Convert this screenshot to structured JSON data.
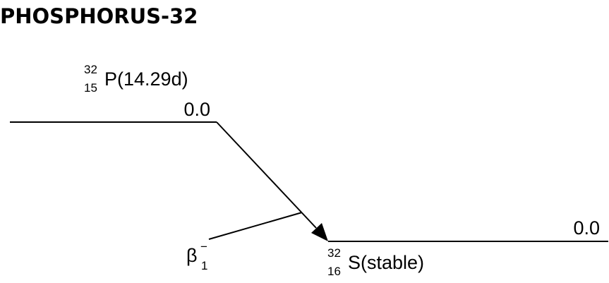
{
  "title": "PHOSPHORUS-32",
  "parent": {
    "mass_number": "32",
    "atomic_number": "15",
    "symbol": "P",
    "half_life": "(14.29d)",
    "level_energy": "0.0"
  },
  "daughter": {
    "mass_number": "32",
    "atomic_number": "16",
    "symbol": "S",
    "half_life": "(stable)",
    "level_energy": "0.0"
  },
  "decay": {
    "symbol": "β",
    "charge": "−",
    "index": "1"
  }
}
